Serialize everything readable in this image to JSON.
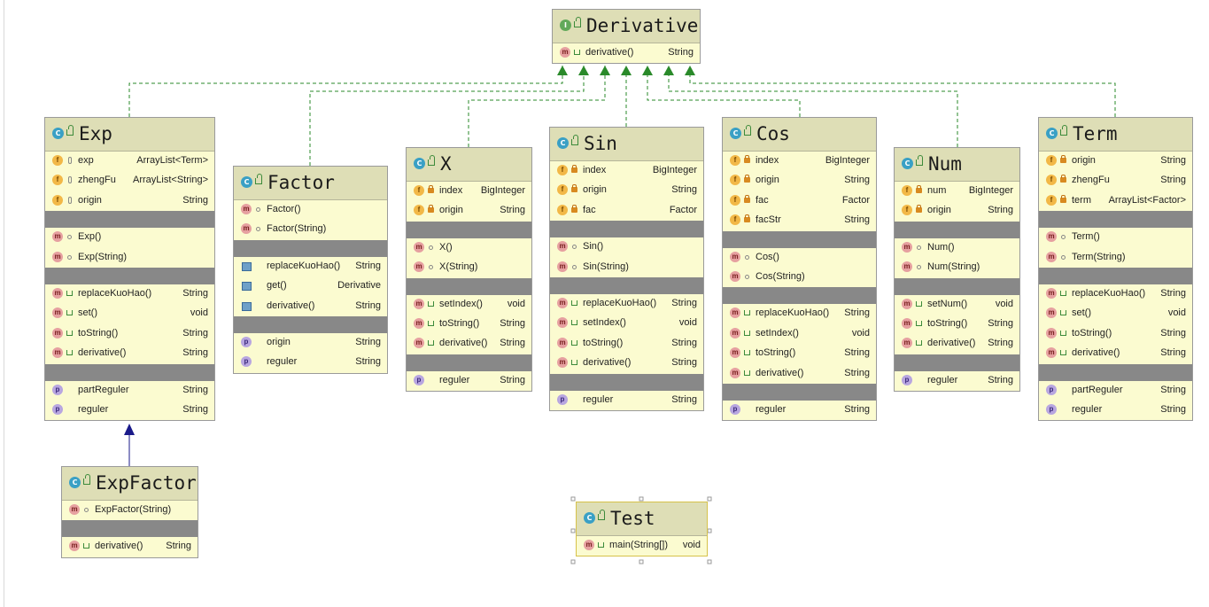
{
  "classes": {
    "Derivative": {
      "name": "Derivative",
      "kind": "I",
      "sections": [
        [
          {
            "badge": "m",
            "mod": "pub",
            "name": "derivative()",
            "type": "String"
          }
        ]
      ]
    },
    "Exp": {
      "name": "Exp",
      "kind": "C",
      "sections": [
        [
          {
            "badge": "f",
            "mod": "prot",
            "name": "exp",
            "type": "ArrayList<Term>"
          },
          {
            "badge": "f",
            "mod": "prot",
            "name": "zhengFu",
            "type": "ArrayList<String>"
          },
          {
            "badge": "f",
            "mod": "prot",
            "name": "origin",
            "type": "String"
          }
        ],
        [
          {
            "badge": "m",
            "mod": "pkg",
            "name": "Exp()",
            "type": ""
          },
          {
            "badge": "m",
            "mod": "pkg",
            "name": "Exp(String)",
            "type": ""
          }
        ],
        [
          {
            "badge": "m",
            "mod": "pub",
            "name": "replaceKuoHao()",
            "type": "String"
          },
          {
            "badge": "m",
            "mod": "pub",
            "name": "set()",
            "type": "void"
          },
          {
            "badge": "m",
            "mod": "pub",
            "name": "toString()",
            "type": "String"
          },
          {
            "badge": "m",
            "mod": "pub",
            "name": "derivative()",
            "type": "String"
          }
        ],
        [
          {
            "badge": "p",
            "mod": "",
            "name": "partReguler",
            "type": "String"
          },
          {
            "badge": "p",
            "mod": "",
            "name": "reguler",
            "type": "String"
          }
        ]
      ]
    },
    "Factor": {
      "name": "Factor",
      "kind": "C",
      "sections": [
        [
          {
            "badge": "m",
            "mod": "pkg",
            "name": "Factor()",
            "type": ""
          },
          {
            "badge": "m",
            "mod": "pkg",
            "name": "Factor(String)",
            "type": ""
          }
        ],
        [
          {
            "badge": "rm",
            "mod": "",
            "name": "replaceKuoHao()",
            "type": "String"
          },
          {
            "badge": "rm",
            "mod": "",
            "name": "get()",
            "type": "Derivative"
          },
          {
            "badge": "rm",
            "mod": "",
            "name": "derivative()",
            "type": "String"
          }
        ],
        [
          {
            "badge": "p",
            "mod": "",
            "name": "origin",
            "type": "String"
          },
          {
            "badge": "p",
            "mod": "",
            "name": "reguler",
            "type": "String"
          }
        ]
      ]
    },
    "X": {
      "name": "X",
      "kind": "C",
      "sections": [
        [
          {
            "badge": "f",
            "mod": "lock",
            "name": "index",
            "type": "BigInteger"
          },
          {
            "badge": "f",
            "mod": "lock",
            "name": "origin",
            "type": "String"
          }
        ],
        [
          {
            "badge": "m",
            "mod": "pkg",
            "name": "X()",
            "type": ""
          },
          {
            "badge": "m",
            "mod": "pkg",
            "name": "X(String)",
            "type": ""
          }
        ],
        [
          {
            "badge": "m",
            "mod": "pub",
            "name": "setIndex()",
            "type": "void"
          },
          {
            "badge": "m",
            "mod": "pub",
            "name": "toString()",
            "type": "String"
          },
          {
            "badge": "m",
            "mod": "pub",
            "name": "derivative()",
            "type": "String"
          }
        ],
        [
          {
            "badge": "p",
            "mod": "",
            "name": "reguler",
            "type": "String"
          }
        ]
      ]
    },
    "Sin": {
      "name": "Sin",
      "kind": "C",
      "sections": [
        [
          {
            "badge": "f",
            "mod": "lock",
            "name": "index",
            "type": "BigInteger"
          },
          {
            "badge": "f",
            "mod": "lock",
            "name": "origin",
            "type": "String"
          },
          {
            "badge": "f",
            "mod": "lock",
            "name": "fac",
            "type": "Factor"
          }
        ],
        [
          {
            "badge": "m",
            "mod": "pkg",
            "name": "Sin()",
            "type": ""
          },
          {
            "badge": "m",
            "mod": "pkg",
            "name": "Sin(String)",
            "type": ""
          }
        ],
        [
          {
            "badge": "m",
            "mod": "pub",
            "name": "replaceKuoHao()",
            "type": "String"
          },
          {
            "badge": "m",
            "mod": "pub",
            "name": "setIndex()",
            "type": "void"
          },
          {
            "badge": "m",
            "mod": "pub",
            "name": "toString()",
            "type": "String"
          },
          {
            "badge": "m",
            "mod": "pub",
            "name": "derivative()",
            "type": "String"
          }
        ],
        [
          {
            "badge": "p",
            "mod": "",
            "name": "reguler",
            "type": "String"
          }
        ]
      ]
    },
    "Cos": {
      "name": "Cos",
      "kind": "C",
      "sections": [
        [
          {
            "badge": "f",
            "mod": "lock",
            "name": "index",
            "type": "BigInteger"
          },
          {
            "badge": "f",
            "mod": "lock",
            "name": "origin",
            "type": "String"
          },
          {
            "badge": "f",
            "mod": "lock",
            "name": "fac",
            "type": "Factor"
          },
          {
            "badge": "f",
            "mod": "lock",
            "name": "facStr",
            "type": "String"
          }
        ],
        [
          {
            "badge": "m",
            "mod": "pkg",
            "name": "Cos()",
            "type": ""
          },
          {
            "badge": "m",
            "mod": "pkg",
            "name": "Cos(String)",
            "type": ""
          }
        ],
        [
          {
            "badge": "m",
            "mod": "pub",
            "name": "replaceKuoHao()",
            "type": "String"
          },
          {
            "badge": "m",
            "mod": "pub",
            "name": "setIndex()",
            "type": "void"
          },
          {
            "badge": "m",
            "mod": "pub",
            "name": "toString()",
            "type": "String"
          },
          {
            "badge": "m",
            "mod": "pub",
            "name": "derivative()",
            "type": "String"
          }
        ],
        [
          {
            "badge": "p",
            "mod": "",
            "name": "reguler",
            "type": "String"
          }
        ]
      ]
    },
    "Num": {
      "name": "Num",
      "kind": "C",
      "sections": [
        [
          {
            "badge": "f",
            "mod": "lock",
            "name": "num",
            "type": "BigInteger"
          },
          {
            "badge": "f",
            "mod": "lock",
            "name": "origin",
            "type": "String"
          }
        ],
        [
          {
            "badge": "m",
            "mod": "pkg",
            "name": "Num()",
            "type": ""
          },
          {
            "badge": "m",
            "mod": "pkg",
            "name": "Num(String)",
            "type": ""
          }
        ],
        [
          {
            "badge": "m",
            "mod": "pub",
            "name": "setNum()",
            "type": "void"
          },
          {
            "badge": "m",
            "mod": "pub",
            "name": "toString()",
            "type": "String"
          },
          {
            "badge": "m",
            "mod": "pub",
            "name": "derivative()",
            "type": "String"
          }
        ],
        [
          {
            "badge": "p",
            "mod": "",
            "name": "reguler",
            "type": "String"
          }
        ]
      ]
    },
    "Term": {
      "name": "Term",
      "kind": "C",
      "sections": [
        [
          {
            "badge": "f",
            "mod": "lock",
            "name": "origin",
            "type": "String"
          },
          {
            "badge": "f",
            "mod": "lock",
            "name": "zhengFu",
            "type": "String"
          },
          {
            "badge": "f",
            "mod": "lock",
            "name": "term",
            "type": "ArrayList<Factor>"
          }
        ],
        [
          {
            "badge": "m",
            "mod": "pkg",
            "name": "Term()",
            "type": ""
          },
          {
            "badge": "m",
            "mod": "pkg",
            "name": "Term(String)",
            "type": ""
          }
        ],
        [
          {
            "badge": "m",
            "mod": "pub",
            "name": "replaceKuoHao()",
            "type": "String"
          },
          {
            "badge": "m",
            "mod": "pub",
            "name": "set()",
            "type": "void"
          },
          {
            "badge": "m",
            "mod": "pub",
            "name": "toString()",
            "type": "String"
          },
          {
            "badge": "m",
            "mod": "pub",
            "name": "derivative()",
            "type": "String"
          }
        ],
        [
          {
            "badge": "p",
            "mod": "",
            "name": "partReguler",
            "type": "String"
          },
          {
            "badge": "p",
            "mod": "",
            "name": "reguler",
            "type": "String"
          }
        ]
      ]
    },
    "ExpFactor": {
      "name": "ExpFactor",
      "kind": "C",
      "sections": [
        [
          {
            "badge": "m",
            "mod": "pkg",
            "name": "ExpFactor(String)",
            "type": ""
          }
        ],
        [
          {
            "badge": "m",
            "mod": "pub",
            "name": "derivative()",
            "type": "String"
          }
        ]
      ]
    },
    "Test": {
      "name": "Test",
      "kind": "C",
      "sections": [
        [
          {
            "badge": "m",
            "mod": "pub",
            "name": "main(String[])",
            "type": "void"
          }
        ]
      ]
    }
  },
  "relations": [
    {
      "from": "Exp",
      "to": "Derivative",
      "kind": "implements"
    },
    {
      "from": "Factor",
      "to": "Derivative",
      "kind": "implements"
    },
    {
      "from": "X",
      "to": "Derivative",
      "kind": "implements"
    },
    {
      "from": "Sin",
      "to": "Derivative",
      "kind": "implements"
    },
    {
      "from": "Cos",
      "to": "Derivative",
      "kind": "implements"
    },
    {
      "from": "Num",
      "to": "Derivative",
      "kind": "implements"
    },
    {
      "from": "Term",
      "to": "Derivative",
      "kind": "implements"
    },
    {
      "from": "ExpFactor",
      "to": "Exp",
      "kind": "extends"
    }
  ],
  "colors": {
    "implements_line": "#2a8a2a",
    "extends_line": "#1a1a8a"
  }
}
